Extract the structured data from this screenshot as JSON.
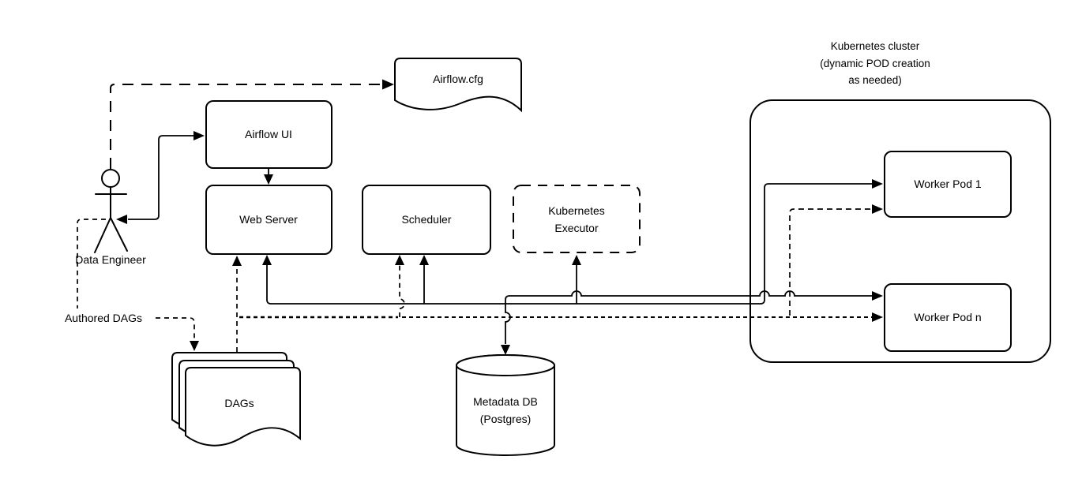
{
  "diagram": {
    "background": "#ffffff",
    "stroke_color": "#000000",
    "nodes": {
      "data_engineer": {
        "label": "Data Engineer",
        "type": "actor"
      },
      "airflow_cfg": {
        "label": "Airflow.cfg",
        "type": "document"
      },
      "airflow_ui": {
        "label": "Airflow UI",
        "type": "rounded-box"
      },
      "web_server": {
        "label": "Web Server",
        "type": "rounded-box"
      },
      "scheduler": {
        "label": "Scheduler",
        "type": "rounded-box"
      },
      "kubernetes_executor": {
        "label_line1": "Kubernetes",
        "label_line2": "Executor",
        "type": "dashed-rounded-box"
      },
      "kubernetes_cluster": {
        "label_line1": "Kubernetes cluster",
        "label_line2": "(dynamic POD creation",
        "label_line3": "as needed)",
        "type": "container"
      },
      "worker_pod_1": {
        "label": "Worker Pod 1",
        "type": "rounded-box"
      },
      "worker_pod_n": {
        "label": "Worker Pod n",
        "type": "rounded-box"
      },
      "dags": {
        "label": "DAGs",
        "type": "document-stack"
      },
      "metadata_db": {
        "label_line1": "Metadata DB",
        "label_line2": "(Postgres)",
        "type": "cylinder"
      }
    },
    "edge_labels": {
      "authored_dags": "Authored DAGs"
    },
    "edges": [
      {
        "from": "data_engineer",
        "to": "airflow_cfg",
        "style": "long-dashed",
        "arrow": "to"
      },
      {
        "from": "data_engineer",
        "to": "airflow_ui",
        "style": "solid",
        "arrow": "both"
      },
      {
        "from": "airflow_ui",
        "to": "web_server",
        "style": "solid",
        "arrow": "to"
      },
      {
        "from": "data_engineer",
        "to": "dags",
        "style": "dashed",
        "label": "Authored DAGs",
        "arrow": "to"
      },
      {
        "from": "dags",
        "to": "web_server",
        "style": "dashed",
        "arrow": "to"
      },
      {
        "from": "solid_bus",
        "to": "web_server",
        "style": "solid",
        "arrow": "to"
      },
      {
        "from": "solid_bus",
        "to": "scheduler",
        "style": "solid",
        "arrow": "to"
      },
      {
        "from": "solid_bus",
        "to": "kubernetes_executor",
        "style": "solid",
        "arrow": "to"
      },
      {
        "from": "solid_bus",
        "to": "worker_pod_1",
        "style": "solid",
        "arrow": "to"
      },
      {
        "from": "upper_bus",
        "to": "metadata_db",
        "style": "solid",
        "arrow": "to"
      },
      {
        "from": "upper_bus",
        "to": "worker_pod_n",
        "style": "solid",
        "arrow": "to"
      },
      {
        "from": "dashed_bus",
        "to": "scheduler",
        "style": "dashed",
        "arrow": "to"
      },
      {
        "from": "dashed_bus",
        "to": "worker_pod_1",
        "style": "dashed",
        "arrow": "to"
      },
      {
        "from": "dashed_bus",
        "to": "worker_pod_n",
        "style": "dashed",
        "arrow": "to"
      }
    ]
  }
}
